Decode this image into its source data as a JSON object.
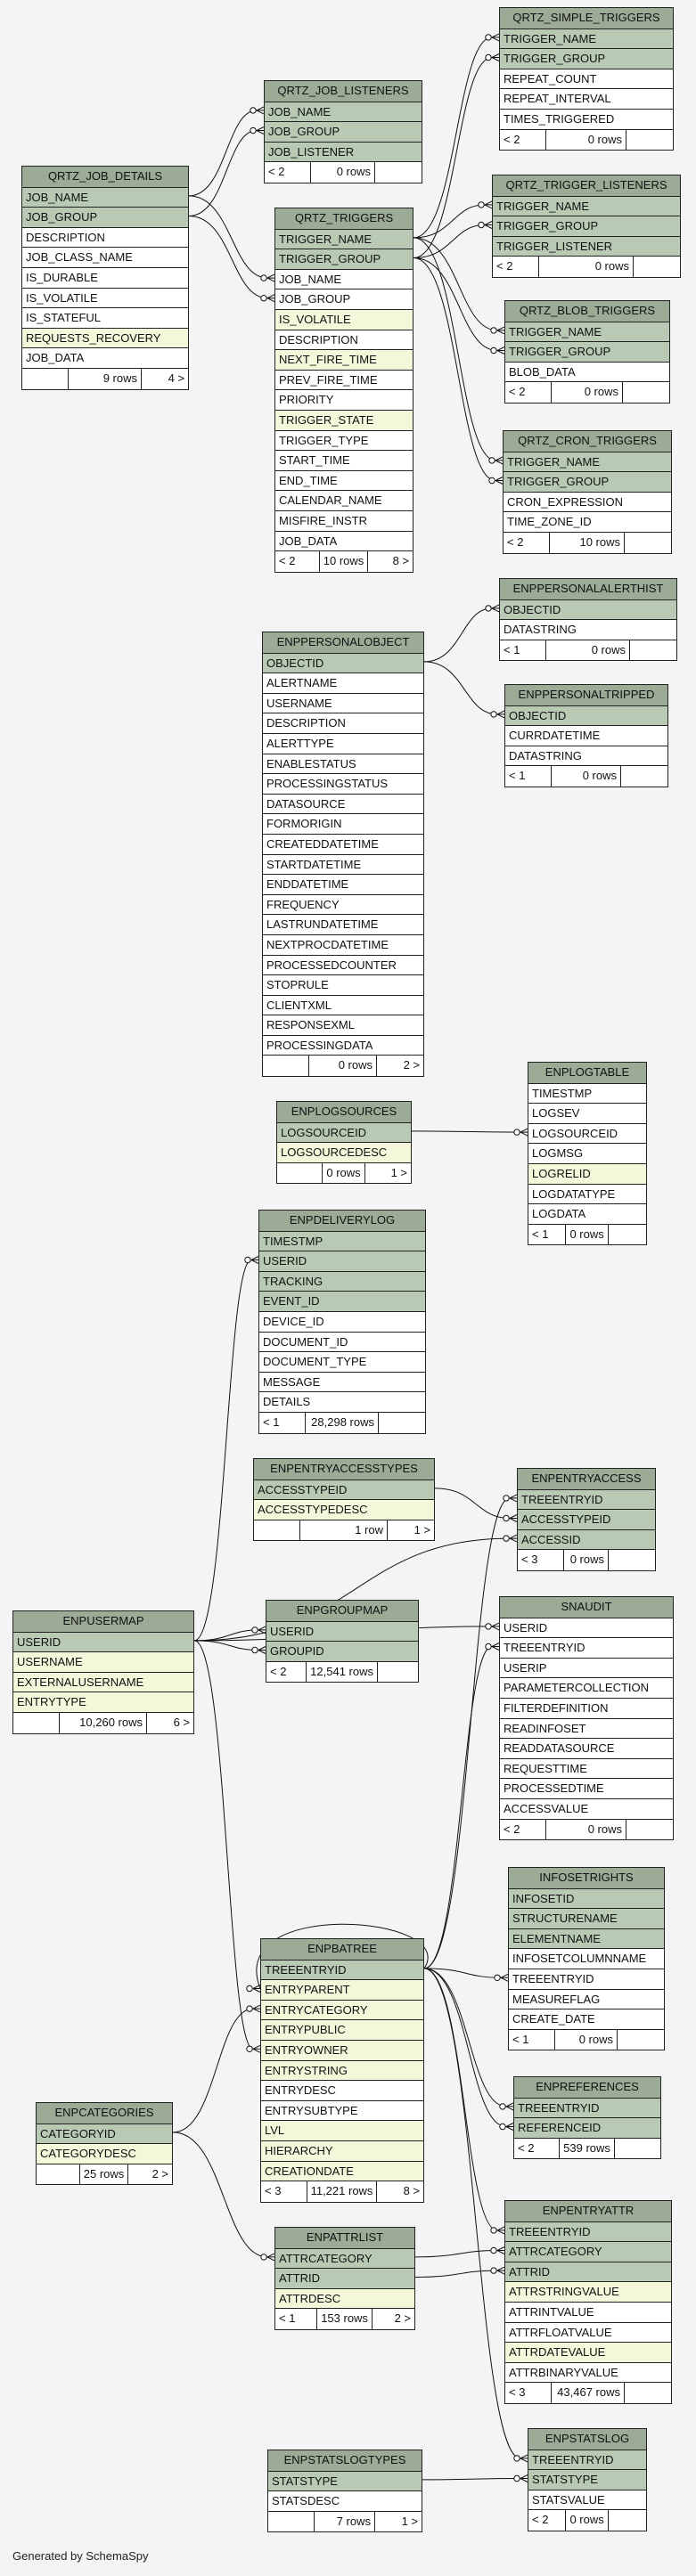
{
  "credit": "Generated by SchemaSpy",
  "tables": [
    {
      "name": "QRTZ_SIMPLE_TRIGGERS",
      "cols": [
        [
          "TRIGGER_NAME",
          "k"
        ],
        [
          "TRIGGER_GROUP",
          "k"
        ],
        [
          "REPEAT_COUNT",
          "n"
        ],
        [
          "REPEAT_INTERVAL",
          "n"
        ],
        [
          "TIMES_TRIGGERED",
          "n"
        ]
      ],
      "foot": [
        "< 2",
        "0 rows",
        ""
      ]
    },
    {
      "name": "QRTZ_JOB_LISTENERS",
      "cols": [
        [
          "JOB_NAME",
          "k"
        ],
        [
          "JOB_GROUP",
          "k"
        ],
        [
          "JOB_LISTENER",
          "k"
        ]
      ],
      "foot": [
        "< 2",
        "0 rows",
        ""
      ]
    },
    {
      "name": "QRTZ_JOB_DETAILS",
      "cols": [
        [
          "JOB_NAME",
          "k"
        ],
        [
          "JOB_GROUP",
          "k"
        ],
        [
          "DESCRIPTION",
          "n"
        ],
        [
          "JOB_CLASS_NAME",
          "n"
        ],
        [
          "IS_DURABLE",
          "n"
        ],
        [
          "IS_VOLATILE",
          "n"
        ],
        [
          "IS_STATEFUL",
          "n"
        ],
        [
          "REQUESTS_RECOVERY",
          "i"
        ],
        [
          "JOB_DATA",
          "n"
        ]
      ],
      "foot": [
        "",
        "9 rows",
        "4 >"
      ]
    },
    {
      "name": "QRTZ_TRIGGER_LISTENERS",
      "cols": [
        [
          "TRIGGER_NAME",
          "k"
        ],
        [
          "TRIGGER_GROUP",
          "k"
        ],
        [
          "TRIGGER_LISTENER",
          "k"
        ]
      ],
      "foot": [
        "< 2",
        "0 rows",
        ""
      ]
    },
    {
      "name": "QRTZ_TRIGGERS",
      "cols": [
        [
          "TRIGGER_NAME",
          "k"
        ],
        [
          "TRIGGER_GROUP",
          "k"
        ],
        [
          "JOB_NAME",
          "n"
        ],
        [
          "JOB_GROUP",
          "n"
        ],
        [
          "IS_VOLATILE",
          "i"
        ],
        [
          "DESCRIPTION",
          "n"
        ],
        [
          "NEXT_FIRE_TIME",
          "i"
        ],
        [
          "PREV_FIRE_TIME",
          "n"
        ],
        [
          "PRIORITY",
          "n"
        ],
        [
          "TRIGGER_STATE",
          "i"
        ],
        [
          "TRIGGER_TYPE",
          "n"
        ],
        [
          "START_TIME",
          "n"
        ],
        [
          "END_TIME",
          "n"
        ],
        [
          "CALENDAR_NAME",
          "n"
        ],
        [
          "MISFIRE_INSTR",
          "n"
        ],
        [
          "JOB_DATA",
          "n"
        ]
      ],
      "foot": [
        "< 2",
        "10 rows",
        "8 >"
      ]
    },
    {
      "name": "QRTZ_BLOB_TRIGGERS",
      "cols": [
        [
          "TRIGGER_NAME",
          "k"
        ],
        [
          "TRIGGER_GROUP",
          "k"
        ],
        [
          "BLOB_DATA",
          "n"
        ]
      ],
      "foot": [
        "< 2",
        "0 rows",
        ""
      ]
    },
    {
      "name": "QRTZ_CRON_TRIGGERS",
      "cols": [
        [
          "TRIGGER_NAME",
          "k"
        ],
        [
          "TRIGGER_GROUP",
          "k"
        ],
        [
          "CRON_EXPRESSION",
          "n"
        ],
        [
          "TIME_ZONE_ID",
          "n"
        ]
      ],
      "foot": [
        "< 2",
        "10 rows",
        ""
      ]
    },
    {
      "name": "ENPPERSONALALERTHIST",
      "cols": [
        [
          "OBJECTID",
          "k"
        ],
        [
          "DATASTRING",
          "n"
        ]
      ],
      "foot": [
        "< 1",
        "0 rows",
        ""
      ]
    },
    {
      "name": "ENPPERSONALOBJECT",
      "cols": [
        [
          "OBJECTID",
          "k"
        ],
        [
          "ALERTNAME",
          "n"
        ],
        [
          "USERNAME",
          "n"
        ],
        [
          "DESCRIPTION",
          "n"
        ],
        [
          "ALERTTYPE",
          "n"
        ],
        [
          "ENABLESTATUS",
          "n"
        ],
        [
          "PROCESSINGSTATUS",
          "n"
        ],
        [
          "DATASOURCE",
          "n"
        ],
        [
          "FORMORIGIN",
          "n"
        ],
        [
          "CREATEDDATETIME",
          "n"
        ],
        [
          "STARTDATETIME",
          "n"
        ],
        [
          "ENDDATETIME",
          "n"
        ],
        [
          "FREQUENCY",
          "n"
        ],
        [
          "LASTRUNDATETIME",
          "n"
        ],
        [
          "NEXTPROCDATETIME",
          "n"
        ],
        [
          "PROCESSEDCOUNTER",
          "n"
        ],
        [
          "STOPRULE",
          "n"
        ],
        [
          "CLIENTXML",
          "n"
        ],
        [
          "RESPONSEXML",
          "n"
        ],
        [
          "PROCESSINGDATA",
          "n"
        ]
      ],
      "foot": [
        "",
        "0 rows",
        "2 >"
      ]
    },
    {
      "name": "ENPPERSONALTRIPPED",
      "cols": [
        [
          "OBJECTID",
          "k"
        ],
        [
          "CURRDATETIME",
          "n"
        ],
        [
          "DATASTRING",
          "n"
        ]
      ],
      "foot": [
        "< 1",
        "0 rows",
        ""
      ]
    },
    {
      "name": "ENPLOGTABLE",
      "cols": [
        [
          "TIMESTMP",
          "n"
        ],
        [
          "LOGSEV",
          "n"
        ],
        [
          "LOGSOURCEID",
          "n"
        ],
        [
          "LOGMSG",
          "n"
        ],
        [
          "LOGRELID",
          "i"
        ],
        [
          "LOGDATATYPE",
          "n"
        ],
        [
          "LOGDATA",
          "n"
        ]
      ],
      "foot": [
        "< 1",
        "0 rows",
        ""
      ]
    },
    {
      "name": "ENPLOGSOURCES",
      "cols": [
        [
          "LOGSOURCEID",
          "k"
        ],
        [
          "LOGSOURCEDESC",
          "i"
        ]
      ],
      "foot": [
        "",
        "0 rows",
        "1 >"
      ]
    },
    {
      "name": "ENPDELIVERYLOG",
      "cols": [
        [
          "TIMESTMP",
          "k"
        ],
        [
          "USERID",
          "k"
        ],
        [
          "TRACKING",
          "k"
        ],
        [
          "EVENT_ID",
          "k"
        ],
        [
          "DEVICE_ID",
          "n"
        ],
        [
          "DOCUMENT_ID",
          "n"
        ],
        [
          "DOCUMENT_TYPE",
          "n"
        ],
        [
          "MESSAGE",
          "n"
        ],
        [
          "DETAILS",
          "n"
        ]
      ],
      "foot": [
        "< 1",
        "28,298 rows",
        ""
      ]
    },
    {
      "name": "ENPENTRYACCESSTYPES",
      "cols": [
        [
          "ACCESSTYPEID",
          "k"
        ],
        [
          "ACCESSTYPEDESC",
          "i"
        ]
      ],
      "foot": [
        "",
        "1 row",
        "1 >"
      ]
    },
    {
      "name": "ENPENTRYACCESS",
      "cols": [
        [
          "TREEENTRYID",
          "k"
        ],
        [
          "ACCESSTYPEID",
          "k"
        ],
        [
          "ACCESSID",
          "k"
        ]
      ],
      "foot": [
        "< 3",
        "0 rows",
        ""
      ]
    },
    {
      "name": "ENPUSERMAP",
      "cols": [
        [
          "USERID",
          "k"
        ],
        [
          "USERNAME",
          "i"
        ],
        [
          "EXTERNALUSERNAME",
          "i"
        ],
        [
          "ENTRYTYPE",
          "i"
        ]
      ],
      "foot": [
        "",
        "10,260 rows",
        "6 >"
      ]
    },
    {
      "name": "ENPGROUPMAP",
      "cols": [
        [
          "USERID",
          "k"
        ],
        [
          "GROUPID",
          "k"
        ]
      ],
      "foot": [
        "< 2",
        "12,541 rows",
        ""
      ]
    },
    {
      "name": "SNAUDIT",
      "cols": [
        [
          "USERID",
          "n"
        ],
        [
          "TREEENTRYID",
          "n"
        ],
        [
          "USERIP",
          "n"
        ],
        [
          "PARAMETERCOLLECTION",
          "n"
        ],
        [
          "FILTERDEFINITION",
          "n"
        ],
        [
          "READINFOSET",
          "n"
        ],
        [
          "READDATASOURCE",
          "n"
        ],
        [
          "REQUESTTIME",
          "n"
        ],
        [
          "PROCESSEDTIME",
          "n"
        ],
        [
          "ACCESSVALUE",
          "n"
        ]
      ],
      "foot": [
        "< 2",
        "0 rows",
        ""
      ]
    },
    {
      "name": "INFOSETRIGHTS",
      "cols": [
        [
          "INFOSETID",
          "k"
        ],
        [
          "STRUCTURENAME",
          "k"
        ],
        [
          "ELEMENTNAME",
          "k"
        ],
        [
          "INFOSETCOLUMNNAME",
          "n"
        ],
        [
          "TREEENTRYID",
          "n"
        ],
        [
          "MEASUREFLAG",
          "n"
        ],
        [
          "CREATE_DATE",
          "n"
        ]
      ],
      "foot": [
        "< 1",
        "0 rows",
        ""
      ]
    },
    {
      "name": "ENPBATREE",
      "cols": [
        [
          "TREEENTRYID",
          "k"
        ],
        [
          "ENTRYPARENT",
          "i"
        ],
        [
          "ENTRYCATEGORY",
          "i"
        ],
        [
          "ENTRYPUBLIC",
          "i"
        ],
        [
          "ENTRYOWNER",
          "i"
        ],
        [
          "ENTRYSTRING",
          "i"
        ],
        [
          "ENTRYDESC",
          "n"
        ],
        [
          "ENTRYSUBTYPE",
          "n"
        ],
        [
          "LVL",
          "i"
        ],
        [
          "HIERARCHY",
          "i"
        ],
        [
          "CREATIONDATE",
          "i"
        ]
      ],
      "foot": [
        "< 3",
        "11,221 rows",
        "8 >"
      ]
    },
    {
      "name": "ENPREFERENCES",
      "cols": [
        [
          "TREEENTRYID",
          "k"
        ],
        [
          "REFERENCEID",
          "k"
        ]
      ],
      "foot": [
        "< 2",
        "539 rows",
        ""
      ]
    },
    {
      "name": "ENPCATEGORIES",
      "cols": [
        [
          "CATEGORYID",
          "k"
        ],
        [
          "CATEGORYDESC",
          "i"
        ]
      ],
      "foot": [
        "",
        "25 rows",
        "2 >"
      ]
    },
    {
      "name": "ENPATTRLIST",
      "cols": [
        [
          "ATTRCATEGORY",
          "k"
        ],
        [
          "ATTRID",
          "k"
        ],
        [
          "ATTRDESC",
          "i"
        ]
      ],
      "foot": [
        "< 1",
        "153 rows",
        "2 >"
      ]
    },
    {
      "name": "ENPENTRYATTR",
      "cols": [
        [
          "TREEENTRYID",
          "k"
        ],
        [
          "ATTRCATEGORY",
          "k"
        ],
        [
          "ATTRID",
          "k"
        ],
        [
          "ATTRSTRINGVALUE",
          "i"
        ],
        [
          "ATTRINTVALUE",
          "n"
        ],
        [
          "ATTRFLOATVALUE",
          "n"
        ],
        [
          "ATTRDATEVALUE",
          "i"
        ],
        [
          "ATTRBINARYVALUE",
          "n"
        ]
      ],
      "foot": [
        "< 3",
        "43,467 rows",
        ""
      ]
    },
    {
      "name": "ENPSTATSLOGTYPES",
      "cols": [
        [
          "STATSTYPE",
          "k"
        ],
        [
          "STATSDESC",
          "n"
        ]
      ],
      "foot": [
        "",
        "7 rows",
        "1 >"
      ]
    },
    {
      "name": "ENPSTATSLOG",
      "cols": [
        [
          "TREEENTRYID",
          "k"
        ],
        [
          "STATSTYPE",
          "k"
        ],
        [
          "STATSVALUE",
          "n"
        ]
      ],
      "foot": [
        "< 2",
        "0 rows",
        ""
      ]
    }
  ],
  "relations": [
    [
      "QRTZ_JOB_DETAILS",
      "JOB_NAME",
      "QRTZ_JOB_LISTENERS",
      "JOB_NAME"
    ],
    [
      "QRTZ_JOB_DETAILS",
      "JOB_GROUP",
      "QRTZ_JOB_LISTENERS",
      "JOB_GROUP"
    ],
    [
      "QRTZ_JOB_DETAILS",
      "JOB_NAME",
      "QRTZ_TRIGGERS",
      "JOB_NAME"
    ],
    [
      "QRTZ_JOB_DETAILS",
      "JOB_GROUP",
      "QRTZ_TRIGGERS",
      "JOB_GROUP"
    ],
    [
      "QRTZ_TRIGGERS",
      "TRIGGER_NAME",
      "QRTZ_SIMPLE_TRIGGERS",
      "TRIGGER_NAME"
    ],
    [
      "QRTZ_TRIGGERS",
      "TRIGGER_GROUP",
      "QRTZ_SIMPLE_TRIGGERS",
      "TRIGGER_GROUP"
    ],
    [
      "QRTZ_TRIGGERS",
      "TRIGGER_NAME",
      "QRTZ_TRIGGER_LISTENERS",
      "TRIGGER_NAME"
    ],
    [
      "QRTZ_TRIGGERS",
      "TRIGGER_GROUP",
      "QRTZ_TRIGGER_LISTENERS",
      "TRIGGER_GROUP"
    ],
    [
      "QRTZ_TRIGGERS",
      "TRIGGER_NAME",
      "QRTZ_BLOB_TRIGGERS",
      "TRIGGER_NAME"
    ],
    [
      "QRTZ_TRIGGERS",
      "TRIGGER_GROUP",
      "QRTZ_BLOB_TRIGGERS",
      "TRIGGER_GROUP"
    ],
    [
      "QRTZ_TRIGGERS",
      "TRIGGER_NAME",
      "QRTZ_CRON_TRIGGERS",
      "TRIGGER_NAME"
    ],
    [
      "QRTZ_TRIGGERS",
      "TRIGGER_GROUP",
      "QRTZ_CRON_TRIGGERS",
      "TRIGGER_GROUP"
    ],
    [
      "ENPPERSONALOBJECT",
      "OBJECTID",
      "ENPPERSONALALERTHIST",
      "OBJECTID"
    ],
    [
      "ENPPERSONALOBJECT",
      "OBJECTID",
      "ENPPERSONALTRIPPED",
      "OBJECTID"
    ],
    [
      "ENPLOGSOURCES",
      "LOGSOURCEID",
      "ENPLOGTABLE",
      "LOGSOURCEID"
    ],
    [
      "ENPUSERMAP",
      "USERID",
      "ENPDELIVERYLOG",
      "USERID"
    ],
    [
      "ENPUSERMAP",
      "USERID",
      "ENPGROUPMAP",
      "USERID"
    ],
    [
      "ENPUSERMAP",
      "USERID",
      "ENPGROUPMAP",
      "GROUPID"
    ],
    [
      "ENPUSERMAP",
      "USERID",
      "ENPENTRYACCESS",
      "ACCESSID"
    ],
    [
      "ENPUSERMAP",
      "USERID",
      "SNAUDIT",
      "USERID"
    ],
    [
      "ENPUSERMAP",
      "USERID",
      "ENPBATREE",
      "ENTRYOWNER"
    ],
    [
      "ENPENTRYACCESSTYPES",
      "ACCESSTYPEID",
      "ENPENTRYACCESS",
      "ACCESSTYPEID"
    ],
    [
      "ENPBATREE",
      "TREEENTRYID",
      "ENPENTRYACCESS",
      "TREEENTRYID"
    ],
    [
      "ENPBATREE",
      "TREEENTRYID",
      "SNAUDIT",
      "TREEENTRYID"
    ],
    [
      "ENPBATREE",
      "TREEENTRYID",
      "INFOSETRIGHTS",
      "TREEENTRYID"
    ],
    [
      "ENPBATREE",
      "TREEENTRYID",
      "ENPREFERENCES",
      "TREEENTRYID"
    ],
    [
      "ENPBATREE",
      "TREEENTRYID",
      "ENPREFERENCES",
      "REFERENCEID"
    ],
    [
      "ENPBATREE",
      "TREEENTRYID",
      "ENPENTRYATTR",
      "TREEENTRYID"
    ],
    [
      "ENPBATREE",
      "TREEENTRYID",
      "ENPSTATSLOG",
      "TREEENTRYID"
    ],
    [
      "ENPBATREE",
      "TREEENTRYID",
      "ENPBATREE",
      "ENTRYPARENT"
    ],
    [
      "ENPCATEGORIES",
      "CATEGORYID",
      "ENPBATREE",
      "ENTRYCATEGORY"
    ],
    [
      "ENPCATEGORIES",
      "CATEGORYID",
      "ENPATTRLIST",
      "ATTRCATEGORY"
    ],
    [
      "ENPATTRLIST",
      "ATTRCATEGORY",
      "ENPENTRYATTR",
      "ATTRCATEGORY"
    ],
    [
      "ENPATTRLIST",
      "ATTRID",
      "ENPENTRYATTR",
      "ATTRID"
    ],
    [
      "ENPSTATSLOGTYPES",
      "STATSTYPE",
      "ENPSTATSLOG",
      "STATSTYPE"
    ]
  ]
}
